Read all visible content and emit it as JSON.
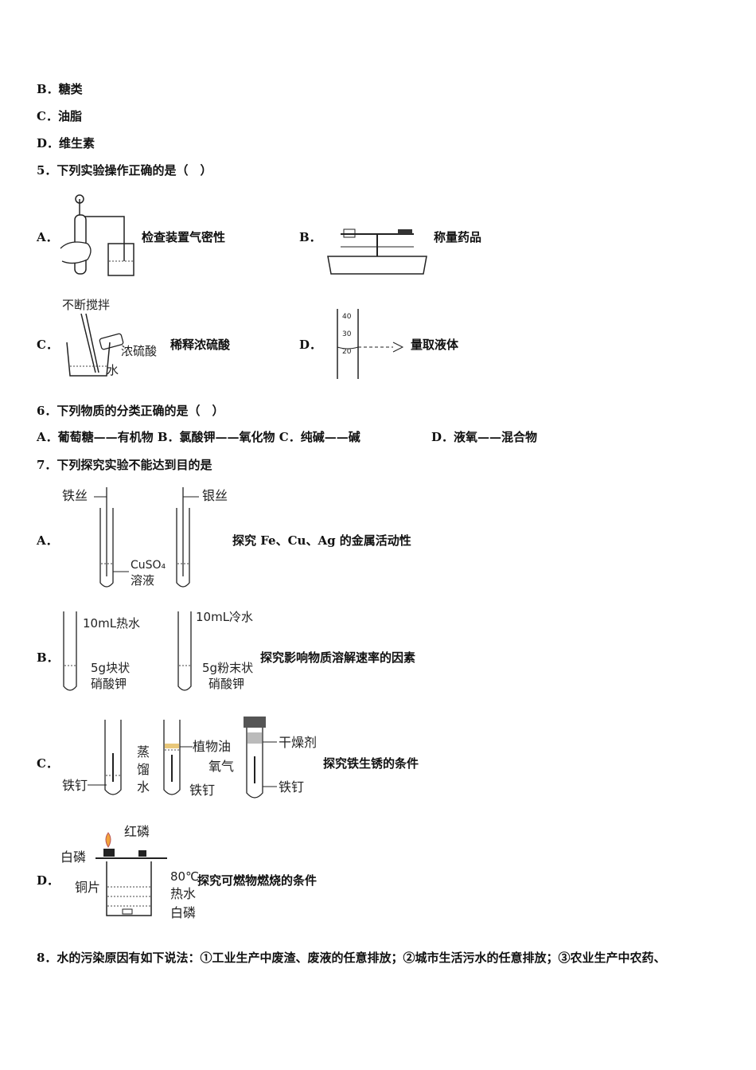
{
  "q4_options": {
    "B": "B．糖类",
    "C": "C．油脂",
    "D": "D．维生素"
  },
  "q5": {
    "stem": "5．下列实验操作正确的是（　）",
    "A": {
      "letter": "A．",
      "caption": "检查装置气密性"
    },
    "B": {
      "letter": "B．",
      "caption": "称量药品"
    },
    "C": {
      "letter": "C．",
      "caption": "稀释浓硫酸",
      "labels": {
        "stir": "不断搅拌",
        "acid": "浓硫酸",
        "water": "水"
      }
    },
    "D": {
      "letter": "D．",
      "caption": "量取液体",
      "ticks": [
        "40",
        "30",
        "20"
      ]
    }
  },
  "q6": {
    "stem": "6．下列物质的分类正确的是（　）",
    "options": "A．葡萄糖——有机物 B．氯酸钾——氧化物 C．纯碱——碱",
    "optionD": "D．液氧——混合物"
  },
  "q7": {
    "stem": "7．下列探究实验不能达到目的是",
    "A": {
      "letter": "A．",
      "caption": "探究 Fe、Cu、Ag 的金属活动性",
      "labels": {
        "iron_wire": "铁丝",
        "silver_wire": "银丝",
        "cuso4": "CuSO₄",
        "solution": "溶液"
      }
    },
    "B": {
      "letter": "B．",
      "caption": "探究影响物质溶解速率的因素",
      "labels": {
        "hot": "10mL热水",
        "cold": "10mL冷水",
        "block": "5g块状",
        "powder": "5g粉末状",
        "kno3": "硝酸钾",
        "kno3b": "硝酸钾"
      }
    },
    "C": {
      "letter": "C．",
      "caption": "探究铁生锈的条件",
      "labels": {
        "nail1": "铁钉",
        "distilled1": "蒸",
        "distilled2": "馏",
        "distilled3": "水",
        "oil": "植物油",
        "nail2": "铁钉",
        "desiccant": "干燥剂",
        "oxygen": "氧气",
        "nail3": "铁钉"
      }
    },
    "D": {
      "letter": "D．",
      "caption": "探究可燃物燃烧的条件",
      "labels": {
        "red_p": "红磷",
        "white_p": "白磷",
        "copper": "铜片",
        "temp": "80℃",
        "hot_water": "热水",
        "white_p2": "白磷"
      }
    }
  },
  "q8": {
    "stem": "8．水的污染原因有如下说法：①工业生产中废渣、废液的任意排放；②城市生活污水的任意排放；③农业生产中农药、"
  }
}
